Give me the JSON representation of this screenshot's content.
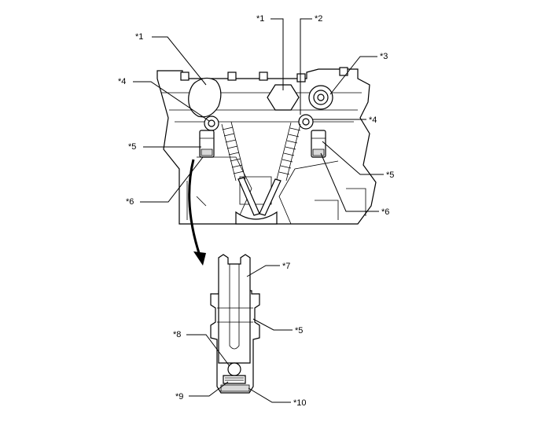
{
  "callouts": {
    "c1_left": "*1",
    "c1_top": "*1",
    "c2": "*2",
    "c3": "*3",
    "c4_left": "*4",
    "c4_right": "*4",
    "c5_left": "*5",
    "c5_right": "*5",
    "c5_lower": "*5",
    "c6_left": "*6",
    "c6_right": "*6",
    "c7": "*7",
    "c8": "*8",
    "c9": "*9",
    "c10": "*10"
  },
  "colors": {
    "line": "#000000",
    "background": "#ffffff",
    "shade": "#d9d9d9"
  }
}
